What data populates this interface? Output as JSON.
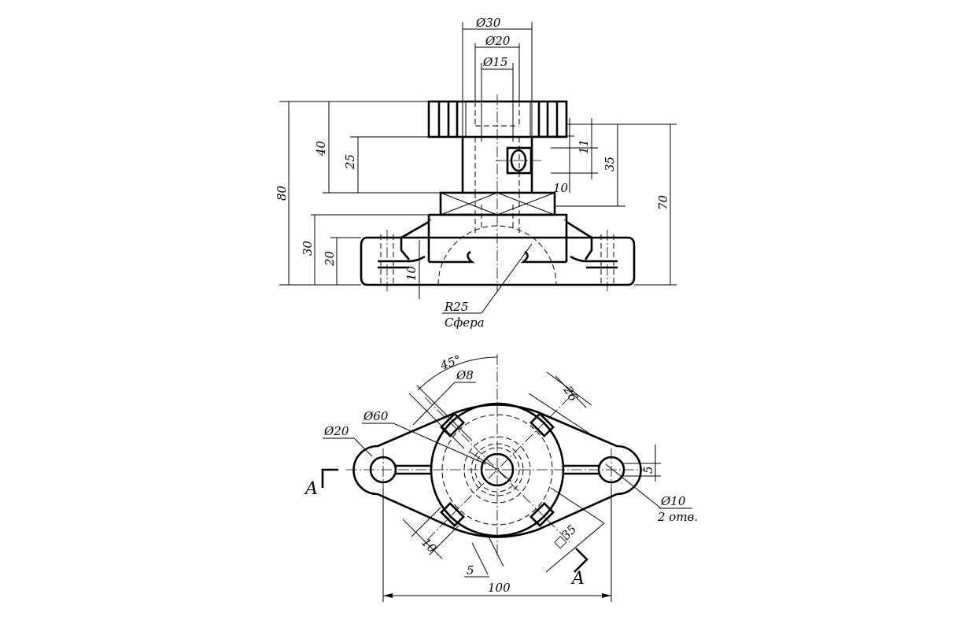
{
  "front_view": {
    "dim_d30": "Ø30",
    "dim_d20": "Ø20",
    "dim_d15": "Ø15",
    "dim_80": "80",
    "dim_40": "40",
    "dim_25": "25",
    "dim_30": "30",
    "dim_20": "20",
    "dim_10_left": "10",
    "dim_11": "11",
    "dim_35": "35",
    "dim_10_right": "10",
    "dim_70": "70",
    "note_radius": "R25",
    "note_sphere": "Сфера"
  },
  "top_view": {
    "angle": "45°",
    "dim_d8": "Ø8",
    "dim_d60": "Ø60",
    "dim_d20": "Ø20",
    "dim_26": "26",
    "dim_5_right": "5",
    "dim_d10": "Ø10",
    "dim_holes": "2 отв.",
    "dim_sq35": "□35",
    "dim_10": "10",
    "dim_5_bottom": "5",
    "dim_100": "100",
    "section_left": "A",
    "section_right": "A"
  }
}
